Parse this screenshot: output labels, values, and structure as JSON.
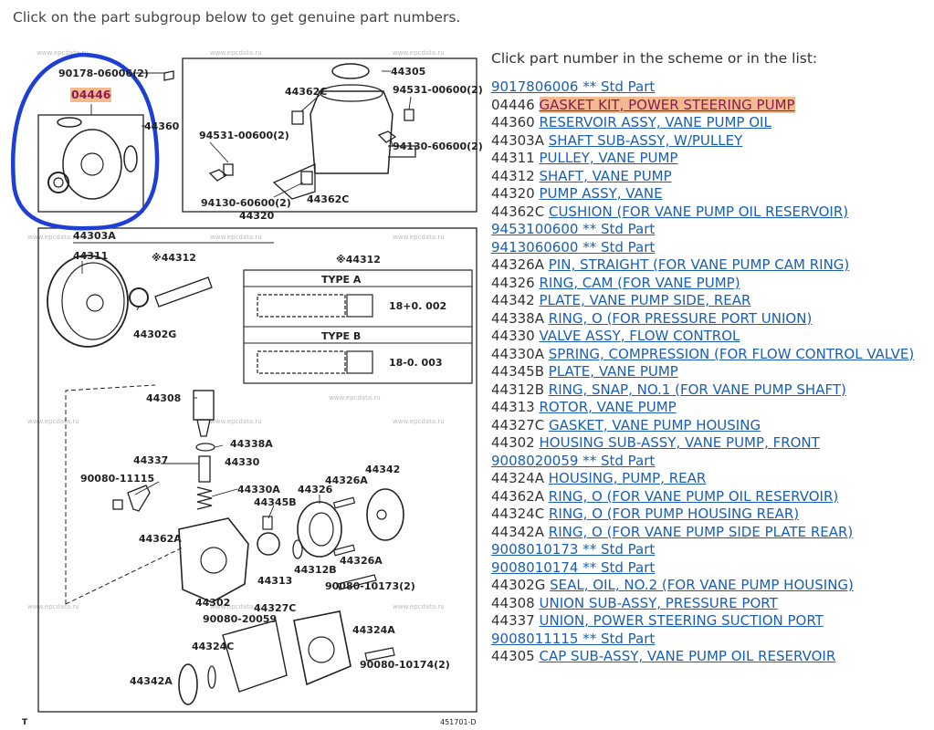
{
  "header": {
    "intro_text": "Click on the part subgroup below to get genuine part numbers."
  },
  "part_list": {
    "heading": "Click part number in the scheme or in the list:",
    "items": [
      {
        "number": "9017806006 ** Std Part",
        "name": "",
        "number_is_link": true,
        "highlighted": false
      },
      {
        "number": "04446",
        "name": "GASKET KIT, POWER STEERING PUMP",
        "number_is_link": false,
        "highlighted": true
      },
      {
        "number": "44360",
        "name": "RESERVOIR ASSY, VANE PUMP OIL",
        "number_is_link": false,
        "highlighted": false
      },
      {
        "number": "44303A",
        "name": "SHAFT SUB-ASSY, W/PULLEY",
        "number_is_link": false,
        "highlighted": false
      },
      {
        "number": "44311",
        "name": "PULLEY, VANE PUMP",
        "number_is_link": false,
        "highlighted": false
      },
      {
        "number": "44312",
        "name": "SHAFT, VANE PUMP",
        "number_is_link": false,
        "highlighted": false
      },
      {
        "number": "44320",
        "name": "PUMP ASSY, VANE",
        "number_is_link": false,
        "highlighted": false
      },
      {
        "number": "44362C",
        "name": "CUSHION (FOR VANE PUMP OIL RESERVOIR)",
        "number_is_link": false,
        "highlighted": false
      },
      {
        "number": "9453100600 ** Std Part",
        "name": "",
        "number_is_link": true,
        "highlighted": false
      },
      {
        "number": "9413060600 ** Std Part",
        "name": "",
        "number_is_link": true,
        "highlighted": false
      },
      {
        "number": "44326A",
        "name": "PIN, STRAIGHT (FOR VANE PUMP CAM RING)",
        "number_is_link": false,
        "highlighted": false
      },
      {
        "number": "44326",
        "name": "RING, CAM (FOR VANE PUMP)",
        "number_is_link": false,
        "highlighted": false
      },
      {
        "number": "44342",
        "name": "PLATE, VANE PUMP SIDE, REAR",
        "number_is_link": false,
        "highlighted": false
      },
      {
        "number": "44338A",
        "name": "RING, O (FOR PRESSURE PORT UNION)",
        "number_is_link": false,
        "highlighted": false
      },
      {
        "number": "44330",
        "name": "VALVE ASSY, FLOW CONTROL",
        "number_is_link": false,
        "highlighted": false
      },
      {
        "number": "44330A",
        "name": "SPRING, COMPRESSION (FOR FLOW CONTROL VALVE)",
        "number_is_link": false,
        "highlighted": false
      },
      {
        "number": "44345B",
        "name": "PLATE, VANE PUMP",
        "number_is_link": false,
        "highlighted": false
      },
      {
        "number": "44312B",
        "name": "RING, SNAP, NO.1 (FOR VANE PUMP SHAFT)",
        "number_is_link": false,
        "highlighted": false
      },
      {
        "number": "44313",
        "name": "ROTOR, VANE PUMP",
        "number_is_link": false,
        "highlighted": false
      },
      {
        "number": "44327C",
        "name": "GASKET, VANE PUMP HOUSING",
        "number_is_link": false,
        "highlighted": false
      },
      {
        "number": "44302",
        "name": "HOUSING SUB-ASSY, VANE PUMP, FRONT",
        "number_is_link": false,
        "highlighted": false
      },
      {
        "number": "9008020059 ** Std Part",
        "name": "",
        "number_is_link": true,
        "highlighted": false
      },
      {
        "number": "44324A",
        "name": "HOUSING, PUMP, REAR",
        "number_is_link": false,
        "highlighted": false
      },
      {
        "number": "44362A",
        "name": "RING, O (FOR VANE PUMP OIL RESERVOIR)",
        "number_is_link": false,
        "highlighted": false
      },
      {
        "number": "44324C",
        "name": "RING, O (FOR PUMP HOUSING REAR)",
        "number_is_link": false,
        "highlighted": false
      },
      {
        "number": "44342A",
        "name": "RING, O (FOR VANE PUMP SIDE PLATE REAR)",
        "number_is_link": false,
        "highlighted": false
      },
      {
        "number": "9008010173 ** Std Part",
        "name": "",
        "number_is_link": true,
        "highlighted": false
      },
      {
        "number": "9008010174 ** Std Part",
        "name": "",
        "number_is_link": true,
        "highlighted": false
      },
      {
        "number": "44302G",
        "name": "SEAL, OIL, NO.2 (FOR VANE PUMP HOUSING)",
        "number_is_link": false,
        "highlighted": false
      },
      {
        "number": "44308",
        "name": "UNION SUB-ASSY, PRESSURE PORT",
        "number_is_link": false,
        "highlighted": false
      },
      {
        "number": "44337",
        "name": "UNION, POWER STEERING SUCTION PORT",
        "number_is_link": false,
        "highlighted": false
      },
      {
        "number": "9008011115 ** Std Part",
        "name": "",
        "number_is_link": true,
        "highlighted": false
      },
      {
        "number": "44305",
        "name": "CAP SUB-ASSY, VANE PUMP OIL RESERVOIR",
        "number_is_link": false,
        "highlighted": false
      }
    ]
  },
  "diagram": {
    "watermark": "www.epcdata.ru",
    "figure_id": "451701-D",
    "corner_mark": "T",
    "type_header": "※44312",
    "type_a_label": "TYPE A",
    "type_b_label": "TYPE B",
    "type_a_dim": "18+0. 002",
    "type_b_dim": "18-0. 003",
    "labels": [
      {
        "text": "90178-06006(2)",
        "ref": "9017806006"
      },
      {
        "text": "04446",
        "ref": "04446"
      },
      {
        "text": "44360",
        "ref": "44360"
      },
      {
        "text": "44305",
        "ref": "44305"
      },
      {
        "text": "44362C",
        "ref": "44362C"
      },
      {
        "text": "94531-00600(2)",
        "ref": "9453100600"
      },
      {
        "text": "94531-00600(2)",
        "ref": "9453100600"
      },
      {
        "text": "94130-60600(2)",
        "ref": "9413060600"
      },
      {
        "text": "94130-60600(2)",
        "ref": "9413060600"
      },
      {
        "text": "44362C",
        "ref": "44362C"
      },
      {
        "text": "44320",
        "ref": "44320"
      },
      {
        "text": "44303A",
        "ref": "44303A"
      },
      {
        "text": "44311",
        "ref": "44311"
      },
      {
        "text": "※44312",
        "ref": "44312"
      },
      {
        "text": "44302G",
        "ref": "44302G"
      },
      {
        "text": "44308",
        "ref": "44308"
      },
      {
        "text": "44338A",
        "ref": "44338A"
      },
      {
        "text": "44337",
        "ref": "44337"
      },
      {
        "text": "44330",
        "ref": "44330"
      },
      {
        "text": "90080-11115",
        "ref": "9008011115"
      },
      {
        "text": "44330A",
        "ref": "44330A"
      },
      {
        "text": "44326",
        "ref": "44326"
      },
      {
        "text": "44342",
        "ref": "44342"
      },
      {
        "text": "44326A",
        "ref": "44326A"
      },
      {
        "text": "44345B",
        "ref": "44345B"
      },
      {
        "text": "44362A",
        "ref": "44362A"
      },
      {
        "text": "44326A",
        "ref": "44326A"
      },
      {
        "text": "44312B",
        "ref": "44312B"
      },
      {
        "text": "44313",
        "ref": "44313"
      },
      {
        "text": "90080-10173(2)",
        "ref": "9008010173"
      },
      {
        "text": "44302",
        "ref": "44302"
      },
      {
        "text": "44327C",
        "ref": "44327C"
      },
      {
        "text": "90080-20059",
        "ref": "9008020059"
      },
      {
        "text": "44324A",
        "ref": "44324A"
      },
      {
        "text": "44324C",
        "ref": "44324C"
      },
      {
        "text": "90080-10174(2)",
        "ref": "9008010174"
      },
      {
        "text": "44342A",
        "ref": "44342A"
      }
    ]
  },
  "colors": {
    "link": "#1a5fb4",
    "highlight_bg": "#f3ba8f",
    "highlight_text": "#8a1c54",
    "annotation_circle": "#1e3fd6",
    "label_highlight": "#f3ba8f"
  }
}
